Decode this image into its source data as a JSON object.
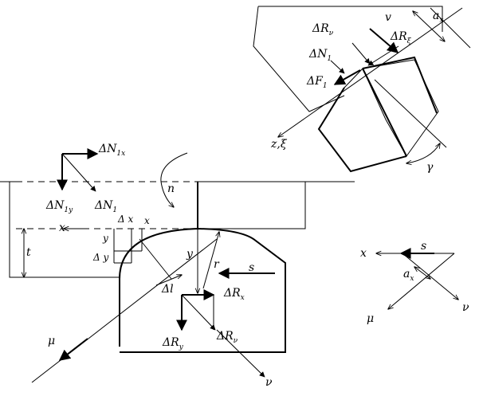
{
  "labels": {
    "v": "v",
    "a_x": "a",
    "a_x_sub": "x",
    "dRv_top": "ΔR",
    "dRv_top_sub": "ν",
    "dRxi": "ΔR",
    "dRxi_sub": "ξ",
    "dN1_top": "ΔN",
    "dN1_top_sub": "1",
    "dF1": "ΔF",
    "dF1_sub": "1",
    "z_xi": "z,ξ",
    "gamma": "γ",
    "dN1x": "ΔN",
    "dN1x_sub": "1x",
    "dN1y": "ΔN",
    "dN1y_sub": "1y",
    "dN1_mid": "ΔN",
    "dN1_mid_sub": "1",
    "n": "n",
    "delta_x": "Δ x",
    "x_small": "x",
    "x_axis": "x",
    "y_small": "y",
    "delta_y": "Δ y",
    "t": "t",
    "y_vert": "y",
    "r": "r",
    "s_mid": "s",
    "delta_l": "Δl",
    "dRx": "ΔR",
    "dRx_sub": "x",
    "dRy": "ΔR",
    "dRy_sub": "y",
    "dRv_mid": "ΔR",
    "dRv_mid_sub": "ν",
    "mu_left": "μ",
    "nu_bottom": "ν",
    "x_right": "x",
    "s_right": "s",
    "a_x_right": "a",
    "a_x_right_sub": "x",
    "mu_right": "μ",
    "nu_right": "ν"
  }
}
